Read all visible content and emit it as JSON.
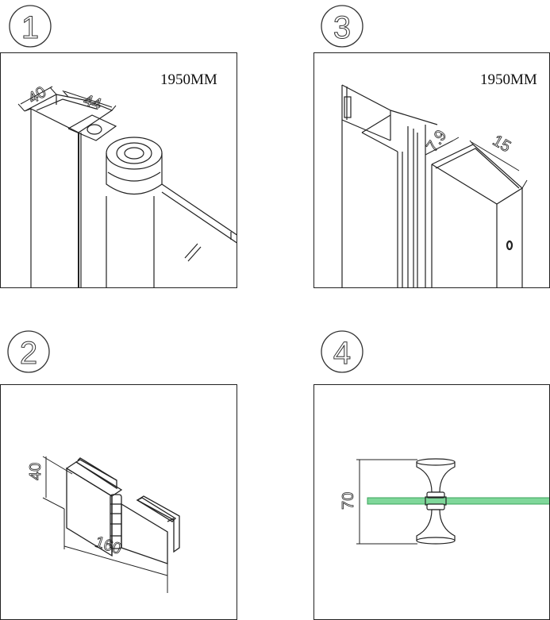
{
  "panels": [
    {
      "number": "1",
      "length_label": "1950MM",
      "dim_a": "40",
      "dim_b": "44"
    },
    {
      "number": "3",
      "length_label": "1950MM",
      "dim_a": "7.9",
      "dim_b": "15"
    },
    {
      "number": "2",
      "dim_height": "40",
      "dim_length": "160"
    },
    {
      "number": "4",
      "dim_height": "70"
    }
  ],
  "colors": {
    "line": "#222222",
    "glass": "#7fd79a",
    "glass_edge": "#3aa35a"
  }
}
